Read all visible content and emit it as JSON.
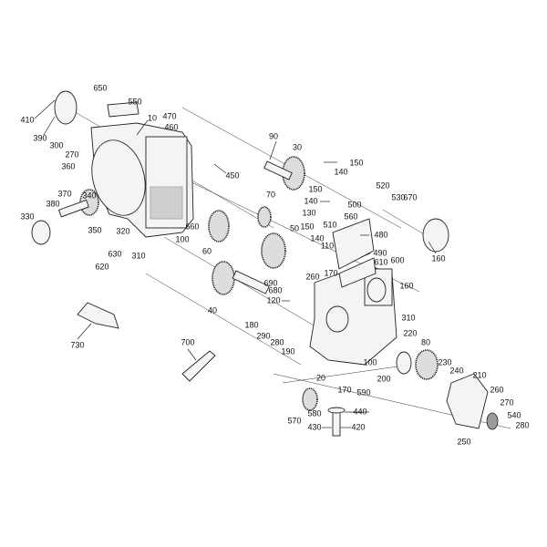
{
  "diagram": {
    "title": "Transmission exploded parts diagram",
    "labels": [
      "410",
      "390",
      "650",
      "550",
      "300",
      "270",
      "10",
      "470",
      "460",
      "360",
      "90",
      "30",
      "450",
      "370",
      "380",
      "340",
      "330",
      "350",
      "320",
      "660",
      "100",
      "630",
      "310",
      "620",
      "60",
      "70",
      "150",
      "140",
      "150",
      "140",
      "130",
      "500",
      "520",
      "530",
      "670",
      "560",
      "510",
      "150",
      "50",
      "140",
      "110",
      "480",
      "490",
      "610",
      "600",
      "160",
      "160",
      "260",
      "170",
      "690",
      "680",
      "120",
      "40",
      "180",
      "290",
      "280",
      "190",
      "730",
      "700",
      "310",
      "220",
      "80",
      "100",
      "200",
      "230",
      "240",
      "210",
      "20",
      "170",
      "590",
      "260",
      "270",
      "540",
      "280",
      "250",
      "570",
      "580",
      "440",
      "430",
      "420"
    ]
  }
}
